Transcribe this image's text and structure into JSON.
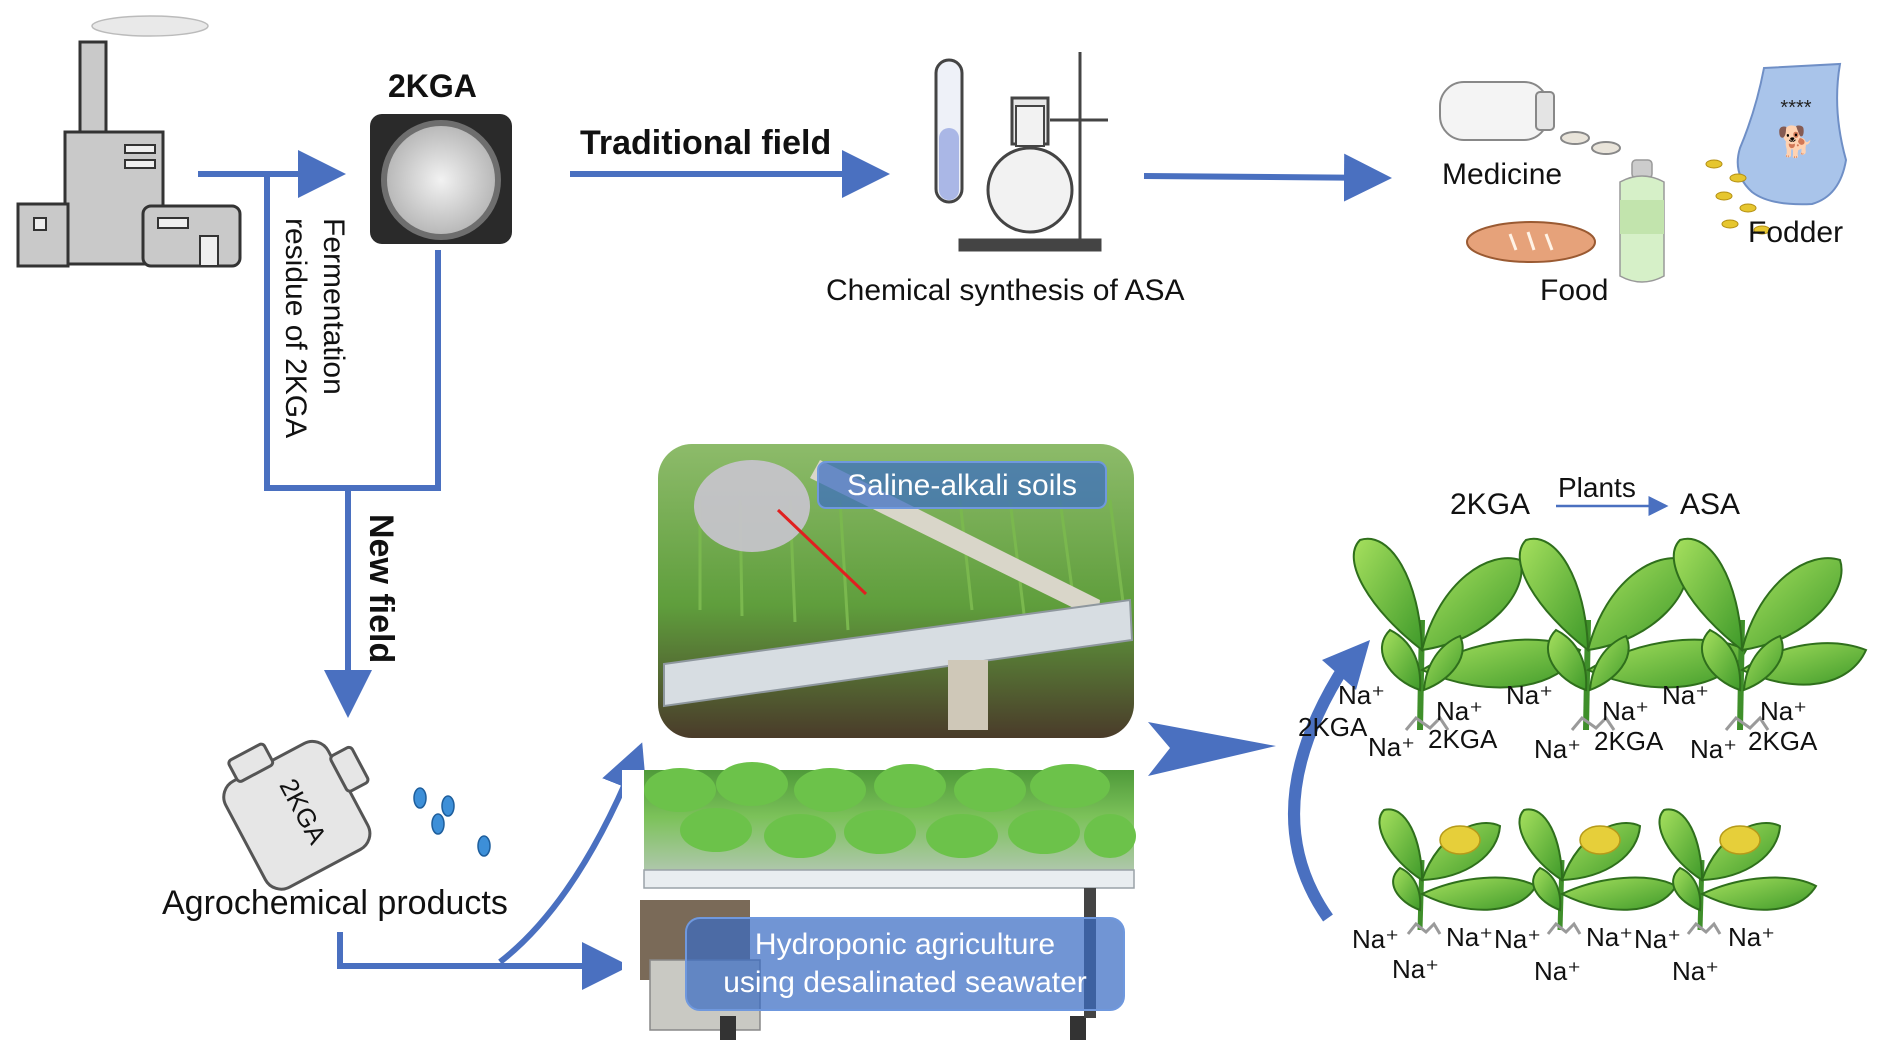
{
  "labels": {
    "product_2kga": "2KGA",
    "traditional_field": "Traditional field",
    "new_field": "New field",
    "fermentation_residue_line1": "Fermentation",
    "fermentation_residue_line2": "residue of 2KGA",
    "chemical_synthesis": "Chemical synthesis of ASA",
    "medicine": "Medicine",
    "food": "Food",
    "fodder": "Fodder",
    "fodder_bag_stars": "****",
    "bottle_label": "2KGA",
    "agrochemical_products": "Agrochemical products",
    "saline_alkali_soils": "Saline-alkali soils",
    "hydroponic_line1": "Hydroponic agriculture",
    "hydroponic_line2": "using desalinated seawater",
    "conversion_from": "2KGA",
    "conversion_over": "Plants",
    "conversion_to": "ASA"
  },
  "ions": {
    "upper": [
      {
        "na_a": "Na⁺",
        "na_b": "Na⁺",
        "na_c": "Na⁺",
        "kga_a": "2KGA",
        "kga_b": "2KGA"
      },
      {
        "na_a": "Na⁺",
        "na_b": "Na⁺",
        "na_c": "Na⁺",
        "kga_b": "2KGA"
      },
      {
        "na_a": "Na⁺",
        "na_b": "Na⁺",
        "na_c": "Na⁺",
        "kga_b": "2KGA"
      }
    ],
    "lower": [
      {
        "na_a": "Na⁺",
        "na_b": "Na⁺",
        "na_c": "Na⁺"
      },
      {
        "na_a": "Na⁺",
        "na_b": "Na⁺",
        "na_c": "Na⁺"
      },
      {
        "na_a": "Na⁺",
        "na_b": "Na⁺",
        "na_c": "Na⁺"
      }
    ]
  },
  "icons": {
    "factory": "factory-icon",
    "powder_dish": "powder-dish-icon",
    "lab_glassware": "flask-stand-icon",
    "medicine": "pill-bottle-icon",
    "food": "bread-icon",
    "drink": "plastic-bottle-icon",
    "fodder": "feed-bag-icon",
    "agro_bottle": "agro-bottle-icon"
  },
  "colors": {
    "arrow_blue": "#4a70c0",
    "overlay_blue": "#3a6cc4",
    "leaf_green": "#6cc24a",
    "leaf_dark": "#3f8f2a",
    "factory_gray": "#c8c8c8"
  }
}
